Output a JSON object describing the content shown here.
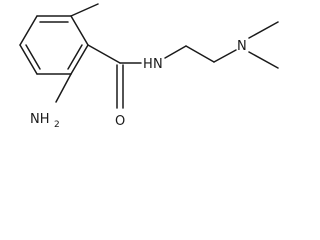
{
  "molecule": {
    "atoms": {
      "amide_n": "N",
      "amide_h": "H",
      "carbonyl_o": "O",
      "amine_n": "N",
      "nh2_n": "NH",
      "nh2_sub": "2"
    },
    "colors": {
      "bond": "#1a1a1a",
      "text": "#1a1a1a",
      "background": "#ffffff"
    }
  }
}
